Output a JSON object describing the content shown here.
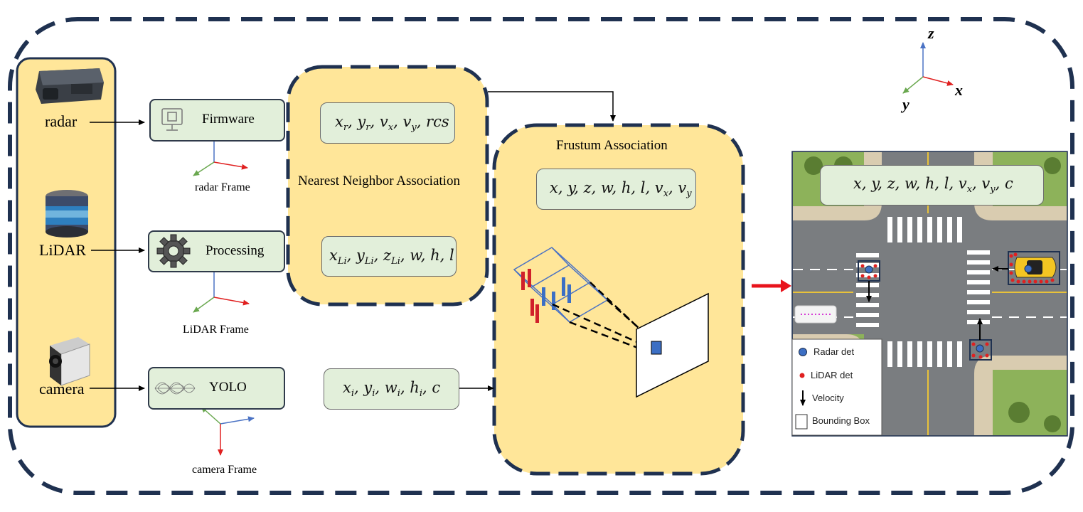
{
  "sensors": {
    "radar": "radar",
    "lidar": "LiDAR",
    "camera": "camera"
  },
  "modules": {
    "firmware": "Firmware",
    "processing": "Processing",
    "yolo": "YOLO"
  },
  "frames": {
    "radar": "radar Frame",
    "lidar": "LiDAR  Frame",
    "camera": "camera Frame"
  },
  "stages": {
    "nearest_neighbor": "Nearest  Neighbor Association",
    "frustum": "Frustum Association"
  },
  "outputs": {
    "radar_vars": [
      "x",
      "r",
      "y",
      "r",
      "v",
      "x",
      "v",
      "y",
      "rcs"
    ],
    "lidar_vars": [
      "x",
      "Li",
      "y",
      "Li",
      "z",
      "Li",
      "w, h, l"
    ],
    "camera_vars": [
      "x",
      "i",
      "y",
      "i",
      "w",
      "i",
      "h",
      "i",
      "c"
    ],
    "frustum_vars": [
      "x, y, z, w, h, l, v",
      "x",
      "v",
      "y"
    ],
    "final_vars": [
      "x, y, z, w, h, l, v",
      "x",
      "v",
      "y",
      ", c"
    ]
  },
  "axes": {
    "z": "z",
    "x": "x",
    "y": "y"
  },
  "legend": {
    "radar_det": "Radar det",
    "lidar_det": "LiDAR det",
    "velocity": "Velocity",
    "bounding_box": "Bounding Box"
  },
  "colors": {
    "frame_border": "#1f3150",
    "sensor_fill": "#ffe699",
    "stage_fill": "#ffe699",
    "output_fill": "#e2efda",
    "arrow_red": "#e8141c",
    "axis_blue": "#4a72c4",
    "axis_red": "#e02020",
    "axis_green": "#6aa84f"
  }
}
